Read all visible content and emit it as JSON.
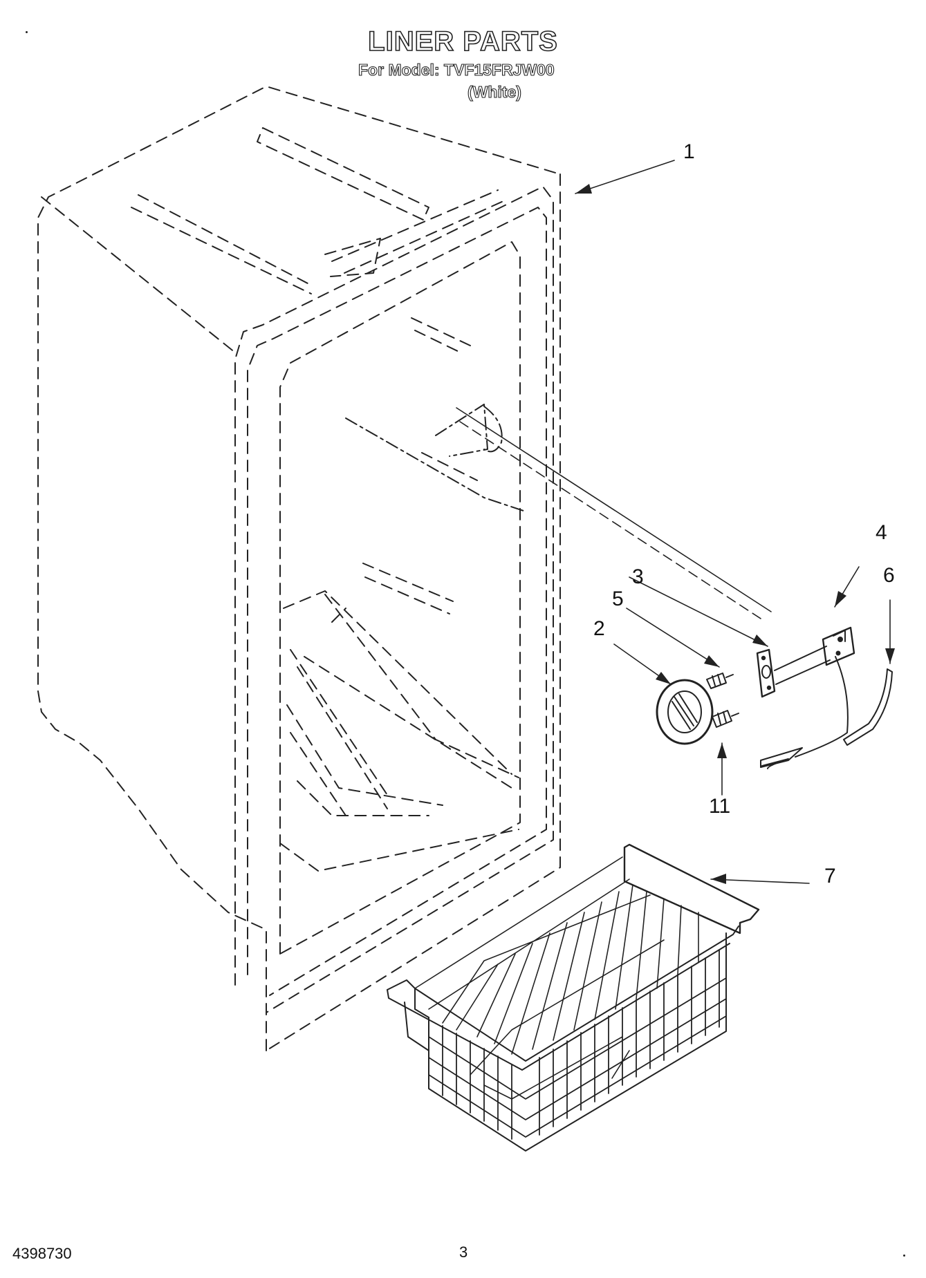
{
  "header": {
    "title": "LINER PARTS",
    "model_line": "For Model: TVF15FRJW00",
    "color_line": "(White)"
  },
  "callouts": [
    {
      "number": "1",
      "part": "liner"
    },
    {
      "number": "2",
      "part": "thermostat knob"
    },
    {
      "number": "3",
      "part": "thermostat bracket"
    },
    {
      "number": "4",
      "part": "thermostat"
    },
    {
      "number": "5",
      "part": "screw"
    },
    {
      "number": "6",
      "part": "tubing"
    },
    {
      "number": "7",
      "part": "basket"
    },
    {
      "number": "11",
      "part": "screw"
    }
  ],
  "footer": {
    "doc_number": "4398730",
    "page_number": "3"
  },
  "colors": {
    "ink": "#222222",
    "background": "#ffffff"
  }
}
